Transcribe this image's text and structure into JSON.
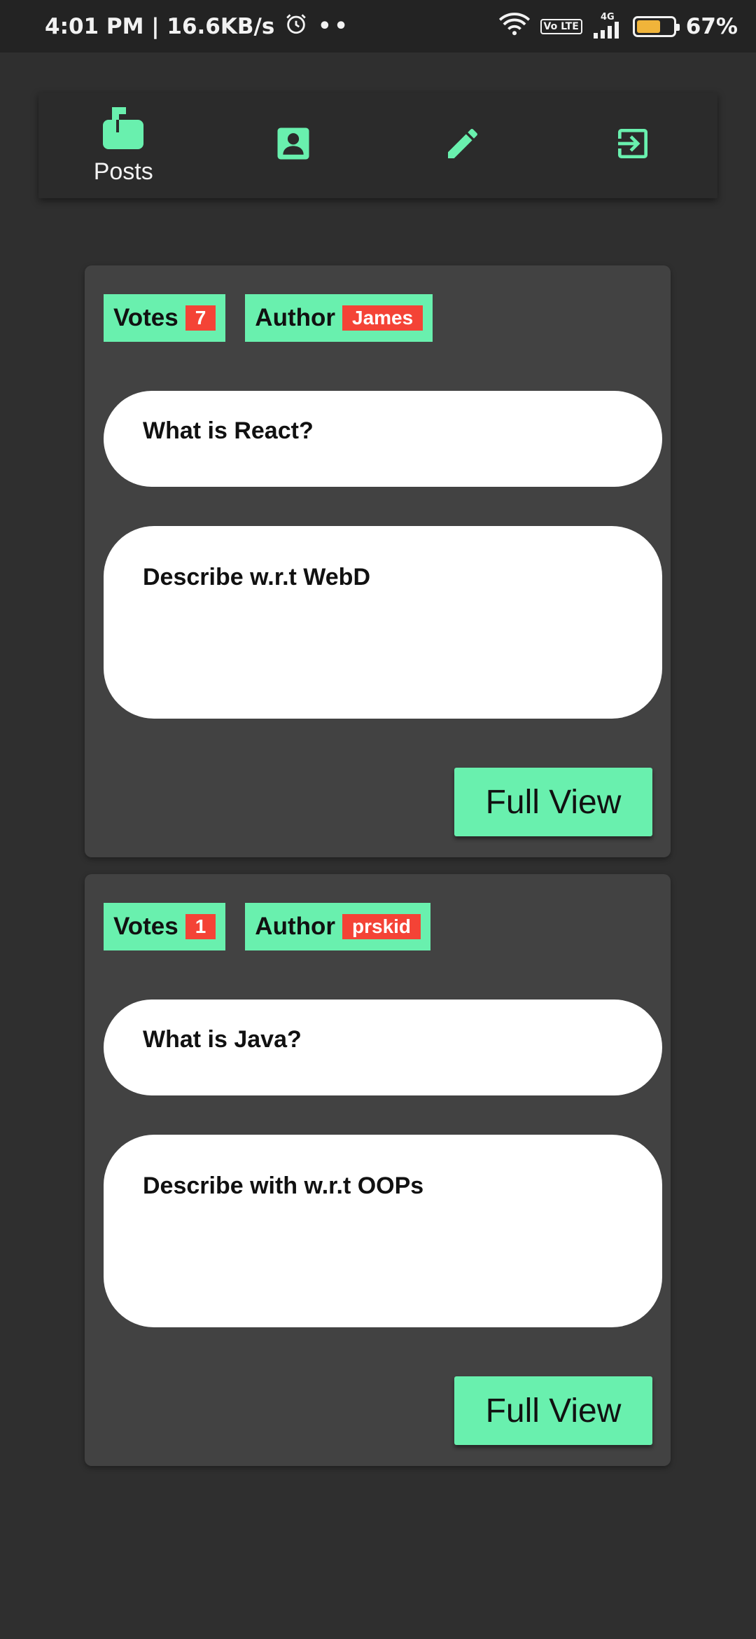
{
  "status_bar": {
    "time_speed": "4:01 PM | 16.6KB/s",
    "dots": "••",
    "lte_label": "Vo LTE",
    "network_label": "4G",
    "battery_percent": "67%",
    "battery_level": 0.67,
    "icons": [
      "alarm-icon",
      "wifi-icon",
      "signal-icon",
      "battery-icon"
    ]
  },
  "nav": {
    "items": [
      {
        "name": "posts",
        "icon": "mailbox-icon",
        "label": "Posts",
        "active": true
      },
      {
        "name": "profile",
        "icon": "account-box-icon",
        "label": "",
        "active": false
      },
      {
        "name": "write",
        "icon": "pencil-icon",
        "label": "",
        "active": false
      },
      {
        "name": "logout",
        "icon": "exit-icon",
        "label": "",
        "active": false
      }
    ],
    "accent": "#69f0ae"
  },
  "posts": [
    {
      "votes_label": "Votes",
      "votes": "7",
      "author_label": "Author",
      "author": "James",
      "title": "What is React?",
      "description": "Describe w.r.t WebD",
      "button": "Full View"
    },
    {
      "votes_label": "Votes",
      "votes": "1",
      "author_label": "Author",
      "author": "prskid",
      "title": "What is Java?",
      "description": "Describe with w.r.t OOPs",
      "button": "Full View"
    }
  ],
  "colors": {
    "background": "#2f2f2f",
    "card": "#424242",
    "accent": "#69f0ae",
    "badge_red": "#f44336"
  }
}
